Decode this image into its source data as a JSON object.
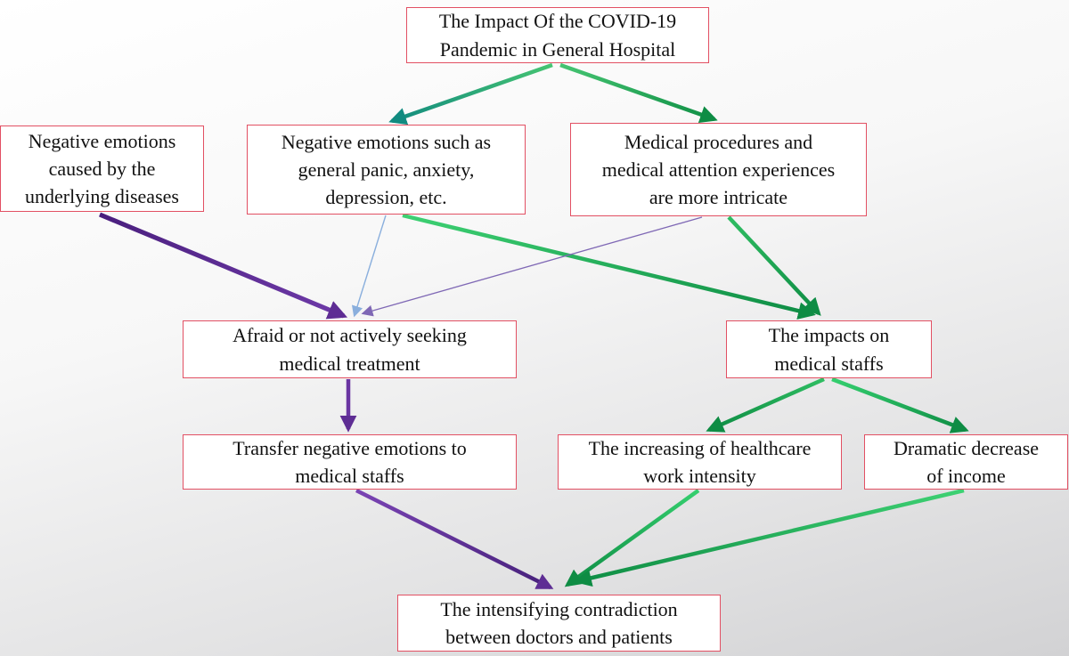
{
  "diagram": {
    "type": "flowchart",
    "nodes": {
      "root": {
        "label": "The Impact Of the COVID-19\nPandemic in General Hospital"
      },
      "underlying": {
        "label": "Negative emotions\ncaused by the\nunderlying diseases"
      },
      "panic": {
        "label": "Negative emotions such as\ngeneral panic, anxiety,\ndepression, etc."
      },
      "procedures": {
        "label": "Medical procedures and\nmedical attention experiences\nare more intricate"
      },
      "afraid": {
        "label": "Afraid or not actively seeking\nmedical treatment"
      },
      "impacts": {
        "label": "The impacts on\nmedical staffs"
      },
      "transfer": {
        "label": "Transfer negative emotions to\nmedical staffs"
      },
      "intensity": {
        "label": "The increasing of healthcare\nwork intensity"
      },
      "income": {
        "label": "Dramatic decrease\nof income"
      },
      "contradiction": {
        "label": "The intensifying contradiction\nbetween doctors and patients"
      }
    },
    "edges": [
      {
        "from": "root",
        "to": "panic",
        "style": "thick-green-teal"
      },
      {
        "from": "root",
        "to": "procedures",
        "style": "thick-green"
      },
      {
        "from": "underlying",
        "to": "afraid",
        "style": "thick-purple"
      },
      {
        "from": "panic",
        "to": "afraid",
        "style": "thin-light-blue"
      },
      {
        "from": "panic",
        "to": "impacts",
        "style": "thick-green"
      },
      {
        "from": "procedures",
        "to": "afraid",
        "style": "thin-violet"
      },
      {
        "from": "procedures",
        "to": "impacts",
        "style": "thick-green"
      },
      {
        "from": "afraid",
        "to": "transfer",
        "style": "thick-purple"
      },
      {
        "from": "impacts",
        "to": "intensity",
        "style": "thick-green"
      },
      {
        "from": "impacts",
        "to": "income",
        "style": "thick-green"
      },
      {
        "from": "transfer",
        "to": "contradiction",
        "style": "thick-purple"
      },
      {
        "from": "intensity",
        "to": "contradiction",
        "style": "thick-green"
      },
      {
        "from": "income",
        "to": "contradiction",
        "style": "thick-green"
      }
    ],
    "colors": {
      "box_border": "#e25063",
      "box_fill": "#ffffff",
      "text": "#111111",
      "arrow_green_dark": "#0e8c44",
      "arrow_green_light": "#3ed173",
      "arrow_teal": "#118b80",
      "arrow_purple": "#5e2d94",
      "arrow_light_blue": "#8aafdd",
      "arrow_violet_thin": "#7f68b5"
    }
  }
}
